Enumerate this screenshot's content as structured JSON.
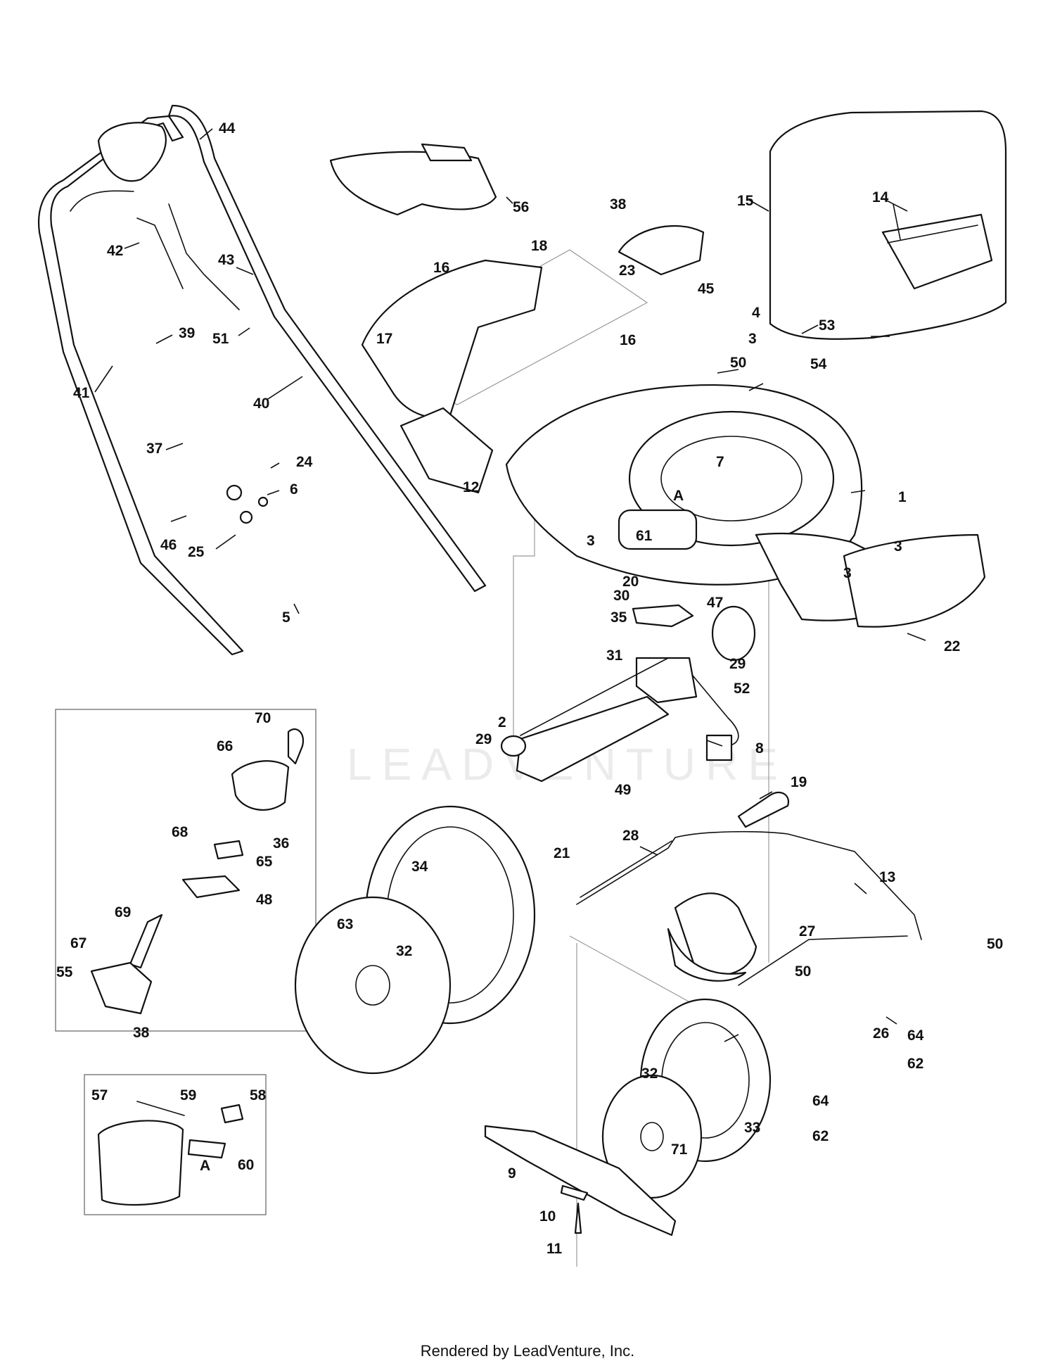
{
  "footer_text": "Rendered by LeadVenture, Inc.",
  "watermark_text": "LEADVENTURE",
  "callouts": {
    "c1": "1",
    "c2": "2",
    "c3a": "3",
    "c3b": "3",
    "c3c": "3",
    "c3d": "3",
    "c4": "4",
    "c5": "5",
    "c6": "6",
    "c7": "7",
    "c8": "8",
    "c9": "9",
    "c10": "10",
    "c11": "11",
    "c12": "12",
    "c13": "13",
    "c14": "14",
    "c15": "15",
    "c16a": "16",
    "c16b": "16",
    "c17": "17",
    "c18": "18",
    "c19": "19",
    "c20": "20",
    "c21": "21",
    "c22": "22",
    "c23": "23",
    "c24": "24",
    "c25": "25",
    "c26": "26",
    "c27": "27",
    "c28": "28",
    "c29a": "29",
    "c29b": "29",
    "c30": "30",
    "c31": "31",
    "c32a": "32",
    "c32b": "32",
    "c33": "33",
    "c34": "34",
    "c35": "35",
    "c36": "36",
    "c37": "37",
    "c38a": "38",
    "c38b": "38",
    "c39": "39",
    "c40": "40",
    "c41": "41",
    "c42": "42",
    "c43": "43",
    "c44": "44",
    "c45": "45",
    "c46": "46",
    "c47": "47",
    "c48": "48",
    "c49": "49",
    "c50a": "50",
    "c50b": "50",
    "c50c": "50",
    "c51": "51",
    "c52": "52",
    "c53": "53",
    "c54": "54",
    "c55": "55",
    "c56": "56",
    "c57": "57",
    "c58": "58",
    "c59": "59",
    "c60": "60",
    "c61": "61",
    "c62a": "62",
    "c62b": "62",
    "c63": "63",
    "c64a": "64",
    "c64b": "64",
    "c65": "65",
    "c66": "66",
    "c67": "67",
    "c68": "68",
    "c69": "69",
    "c70": "70",
    "c71": "71",
    "refA1": "A",
    "refA2": "A"
  }
}
